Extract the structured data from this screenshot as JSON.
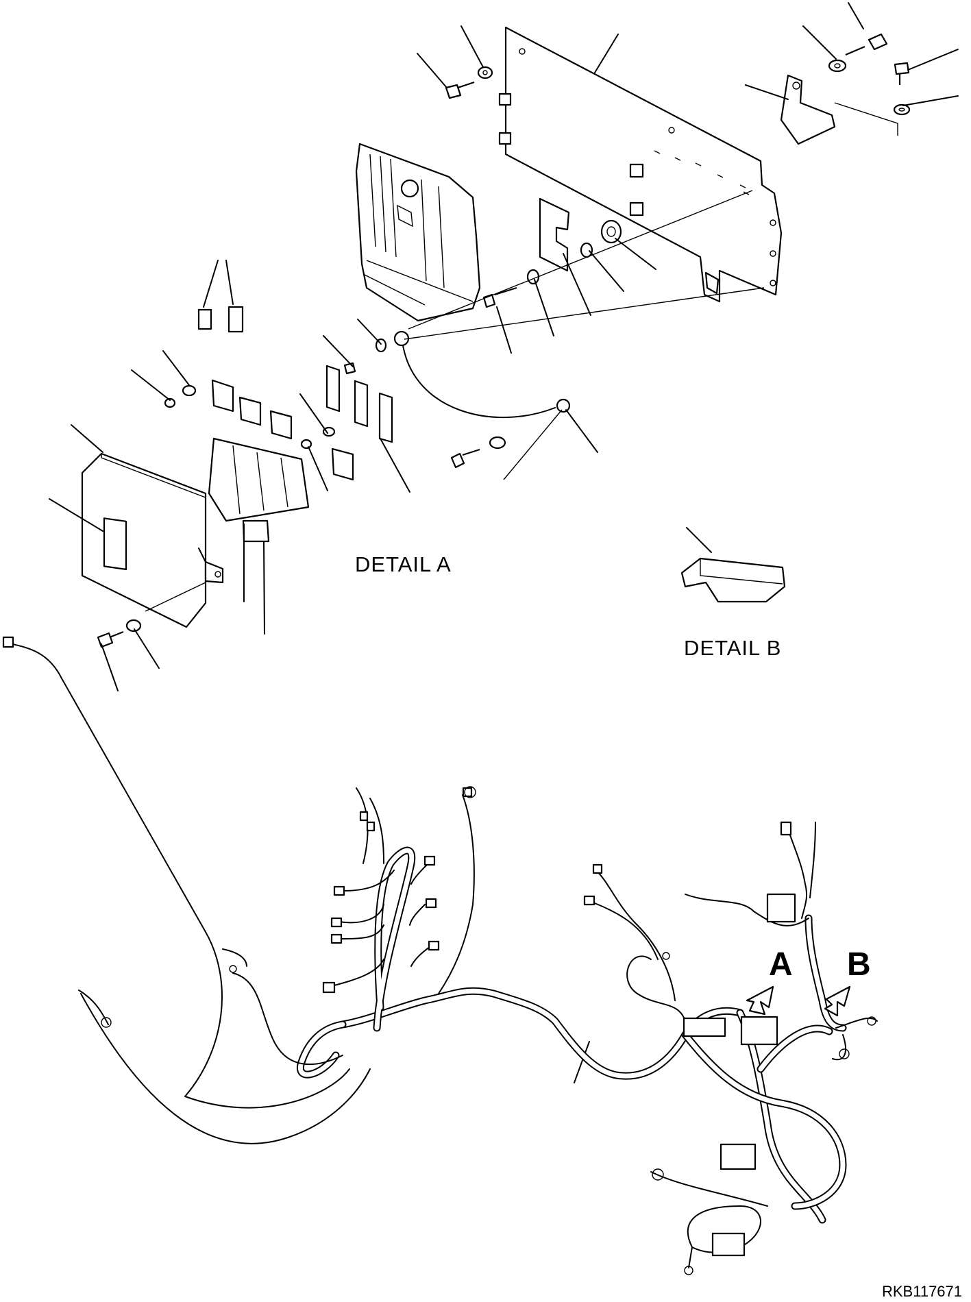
{
  "labels": {
    "detail_a": "DETAIL A",
    "detail_b": "DETAIL B",
    "view_a": "A",
    "view_b": "B",
    "drawing_code": "RKB117671"
  }
}
